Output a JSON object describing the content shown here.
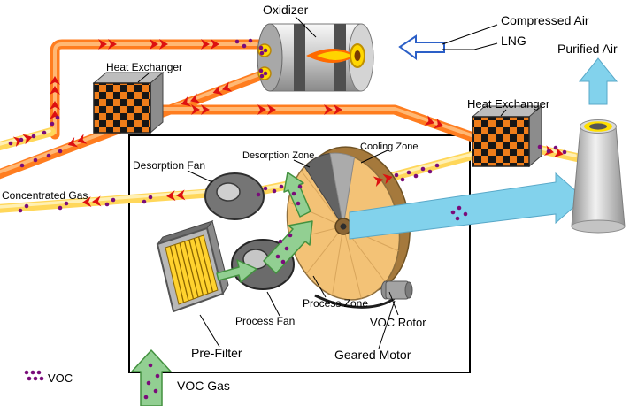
{
  "labels": {
    "oxidizer": "Oxidizer",
    "compressed_air": "Compressed Air",
    "lng": "LNG",
    "purified_air": "Purified Air",
    "heat_exchanger_left": "Heat Exchanger",
    "heat_exchanger_right": "Heat Exchanger",
    "concentrated_gas": "Concentrated Gas",
    "desorption_fan": "Desorption Fan",
    "desorption_zone": "Desorption Zone",
    "cooling_zone": "Cooling Zone",
    "process_fan": "Process Fan",
    "process_zone": "Process Zone",
    "voc_rotor": "VOC Rotor",
    "pre_filter": "Pre-Filter",
    "geared_motor": "Geared Motor",
    "voc_gas": "VOC Gas",
    "voc_legend": "VOC"
  },
  "colors": {
    "hot_pipe_orange": "#ff7d1f",
    "flow_arrow_red": "#dd1111",
    "concentrated_pipe_yellow": "#ffd75a",
    "voc_dot_purple": "#7a0c7a",
    "process_flow_green": "#92cf92",
    "purified_flow_blue": "#82d2ec",
    "rotor_face_tan": "#f3c276",
    "filter_yellow": "#ffd22e",
    "heat_exchanger_orange": "#ef7d1a"
  }
}
